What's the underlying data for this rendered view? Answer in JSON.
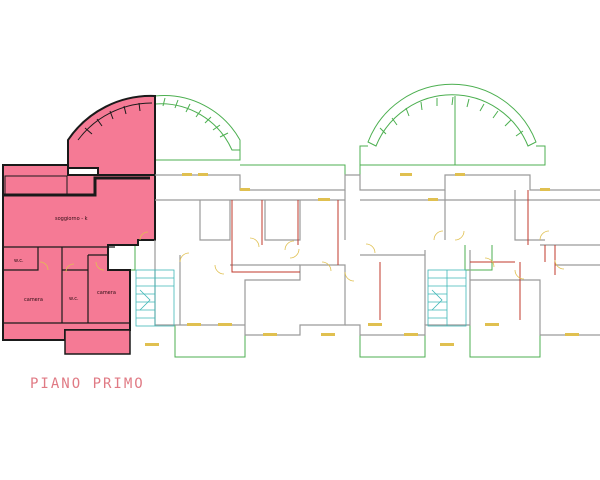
{
  "floor_title": "PIANO PRIMO",
  "rooms": {
    "living": "soggiorno - k",
    "wc_left": "w.c.",
    "bedroom_left": "camera",
    "wc_center": "w.c.",
    "bedroom_right": "camera"
  },
  "colors": {
    "highlight_fill": "#f57a95",
    "highlight_wall": "#1a1a1a",
    "terrace_line": "#4caf50",
    "interior_wall": "#9a9a9a",
    "partition": "#c0392b",
    "door_swing": "#e0c050",
    "stair": "#3fb7b7",
    "title": "#e07a84"
  },
  "highlighted_unit": "left apartment"
}
